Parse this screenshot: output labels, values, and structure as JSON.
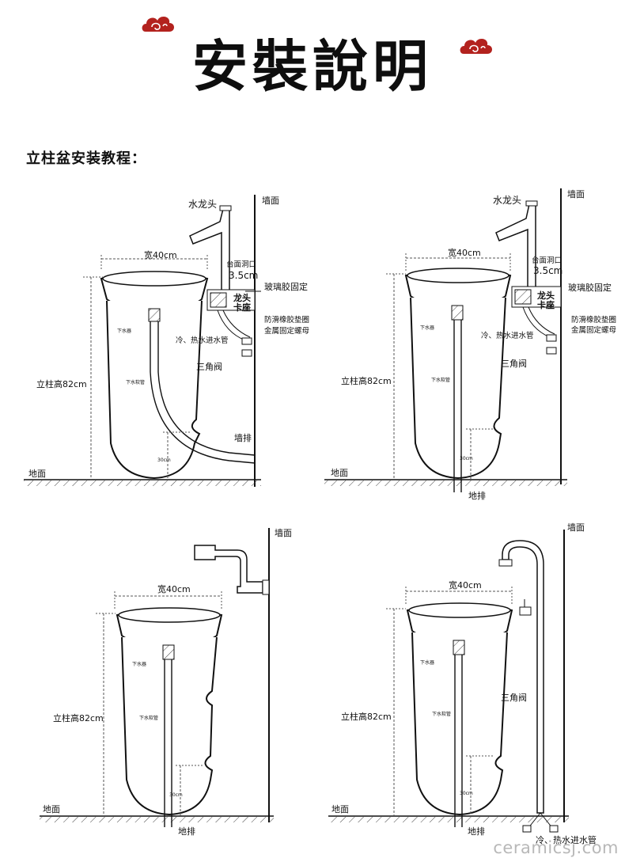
{
  "header": {
    "title": "安裝說明",
    "subtitle": "立柱盆安装教程："
  },
  "colors": {
    "accent": "#b3221e",
    "line": "#111111",
    "hatch": "#444444"
  },
  "panels": [
    {
      "id": "wall-drain-counter-faucet",
      "labels": {
        "faucet": "水龙头",
        "wall": "墙面",
        "width": "宽40cm",
        "hole": "台面洞口",
        "hole_size": "3.5cm",
        "glue": "玻璃胶固定",
        "mount": "龙头",
        "mount2": "卡座",
        "gasket": "防滑橡胶垫圈",
        "nut": "金属固定螺母",
        "pipes": "冷、热水进水管",
        "valve": "三角阀",
        "column": "立柱高82cm",
        "drain_fitting": "下水器",
        "hose": "下水软管",
        "wall_drain": "墙排",
        "height30": "30cm",
        "ground": "地面"
      }
    },
    {
      "id": "floor-drain-counter-faucet",
      "labels": {
        "faucet": "水龙头",
        "wall": "墙面",
        "width": "宽40cm",
        "hole": "台面洞口",
        "hole_size": "3.5cm",
        "glue": "玻璃胶固定",
        "mount": "龙头",
        "mount2": "卡座",
        "gasket": "防滑橡胶垫圈",
        "nut": "金属固定螺母",
        "pipes": "冷、热水进水管",
        "valve": "三角阀",
        "column": "立柱高82cm",
        "drain_fitting": "下水器",
        "hose": "下水软管",
        "floor_drain": "地排",
        "height30": "30cm",
        "ground": "地面"
      }
    },
    {
      "id": "floor-drain-wall-faucet",
      "labels": {
        "wall": "墙面",
        "width": "宽40cm",
        "column": "立柱高82cm",
        "drain_fitting": "下水器",
        "hose": "下水软管",
        "floor_drain": "地排",
        "height30": "30cm",
        "ground": "地面"
      }
    },
    {
      "id": "floor-drain-floor-faucet",
      "labels": {
        "wall": "墙面",
        "width": "宽40cm",
        "column": "立柱高82cm",
        "drain_fitting": "下水器",
        "hose": "下水软管",
        "valve": "三角阀",
        "floor_drain": "地排",
        "height30": "30cm",
        "ground": "地面",
        "pipes": "冷、热水进水管"
      }
    }
  ],
  "watermark": "ceramicsj.com"
}
